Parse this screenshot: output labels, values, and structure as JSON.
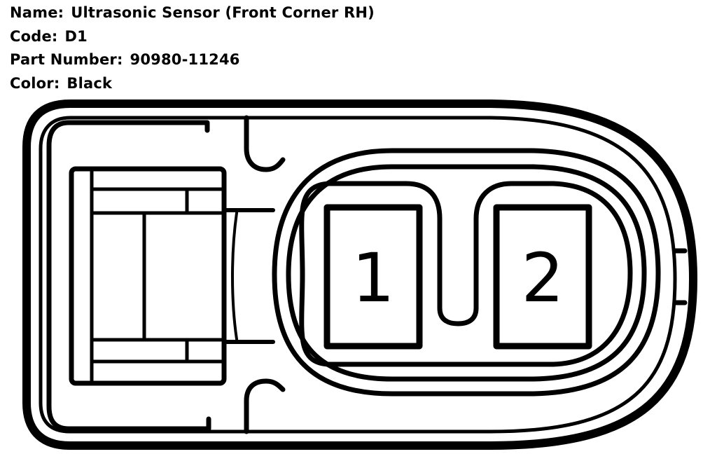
{
  "header": {
    "name_label": "Name:",
    "name_value": "Ultrasonic Sensor (Front Corner RH)",
    "code_label": "Code:",
    "code_value": "D1",
    "part_label": "Part Number:",
    "part_value": "90980-11246",
    "color_label": "Color:",
    "color_value": "Black"
  },
  "connector": {
    "colors": {
      "outline": "#000000",
      "fill": "#ffffff"
    },
    "pins": [
      {
        "number": "1"
      },
      {
        "number": "2"
      }
    ]
  }
}
